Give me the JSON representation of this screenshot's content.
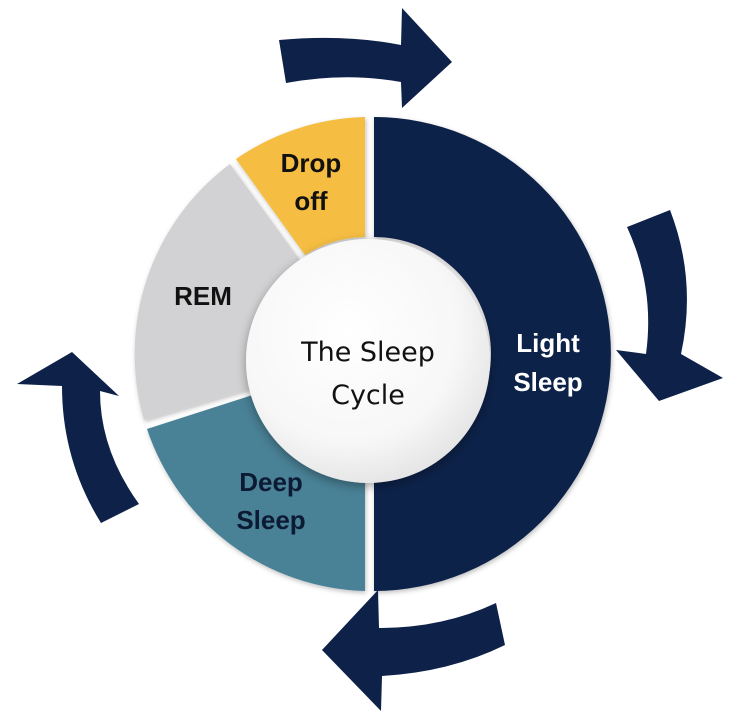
{
  "diagram": {
    "center": {
      "line1": "The Sleep",
      "line2": "Cycle"
    },
    "segments": {
      "light_sleep": {
        "line1": "Light",
        "line2": "Sleep",
        "color": "#0d2149",
        "text_color": "#ffffff"
      },
      "deep_sleep": {
        "line1": "Deep",
        "line2": "Sleep",
        "color": "#4a8196",
        "text_color": "#0d1a33"
      },
      "rem": {
        "line1": "REM",
        "color": "#d2d2d4",
        "text_color": "#111111"
      },
      "drop_off": {
        "line1": "Drop",
        "line2": "off",
        "color": "#f5bd43",
        "text_color": "#111111"
      }
    },
    "arrow_color": "#0d2149",
    "flow_direction": "clockwise"
  }
}
